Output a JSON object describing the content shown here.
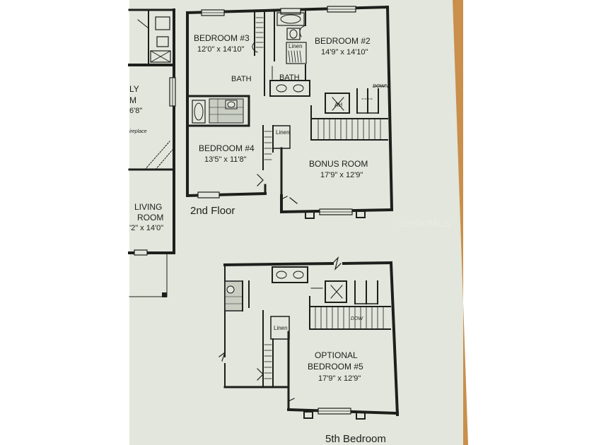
{
  "colors": {
    "paper": "#e2e6dc",
    "ink": "#1d1f1c",
    "fixture": "#c9cec3",
    "shadow_right": "#c98f4b"
  },
  "partial_plan": {
    "room_fragment_1_line1": "LY",
    "room_fragment_1_line2": "M",
    "room_fragment_1_dim": "6'8\"",
    "fireplace_note": "ireplace",
    "living_line1": "LIVING",
    "living_line2": "ROOM",
    "living_dim": "'2\" x 14'0\""
  },
  "second_floor": {
    "label": "2nd Floor",
    "bedroom3": {
      "name": "BEDROOM #3",
      "dims": "12'0\" x 14'10\""
    },
    "bedroom2": {
      "name": "BEDROOM #2",
      "dims": "14'9\" x 14'10\""
    },
    "bath_left": "BATH",
    "bath_right": "BATH",
    "linen_top": "Linen",
    "linen_mid": "Linen",
    "ah": "AH",
    "down": "DOWN",
    "bedroom4": {
      "name": "BEDROOM #4",
      "dims": "13'5\" x 11'8\""
    },
    "bonus": {
      "name": "BONUS ROOM",
      "dims": "17'9\" x 12'9\""
    }
  },
  "fifth_bedroom_option": {
    "label": "5th Bedroom",
    "linen": "Linen",
    "down": "DOW",
    "room_line1": "OPTIONAL",
    "room_line2": "BEDROOM #5",
    "dims": "17'9\" x 12'9\""
  },
  "watermark": "StellarMLS"
}
